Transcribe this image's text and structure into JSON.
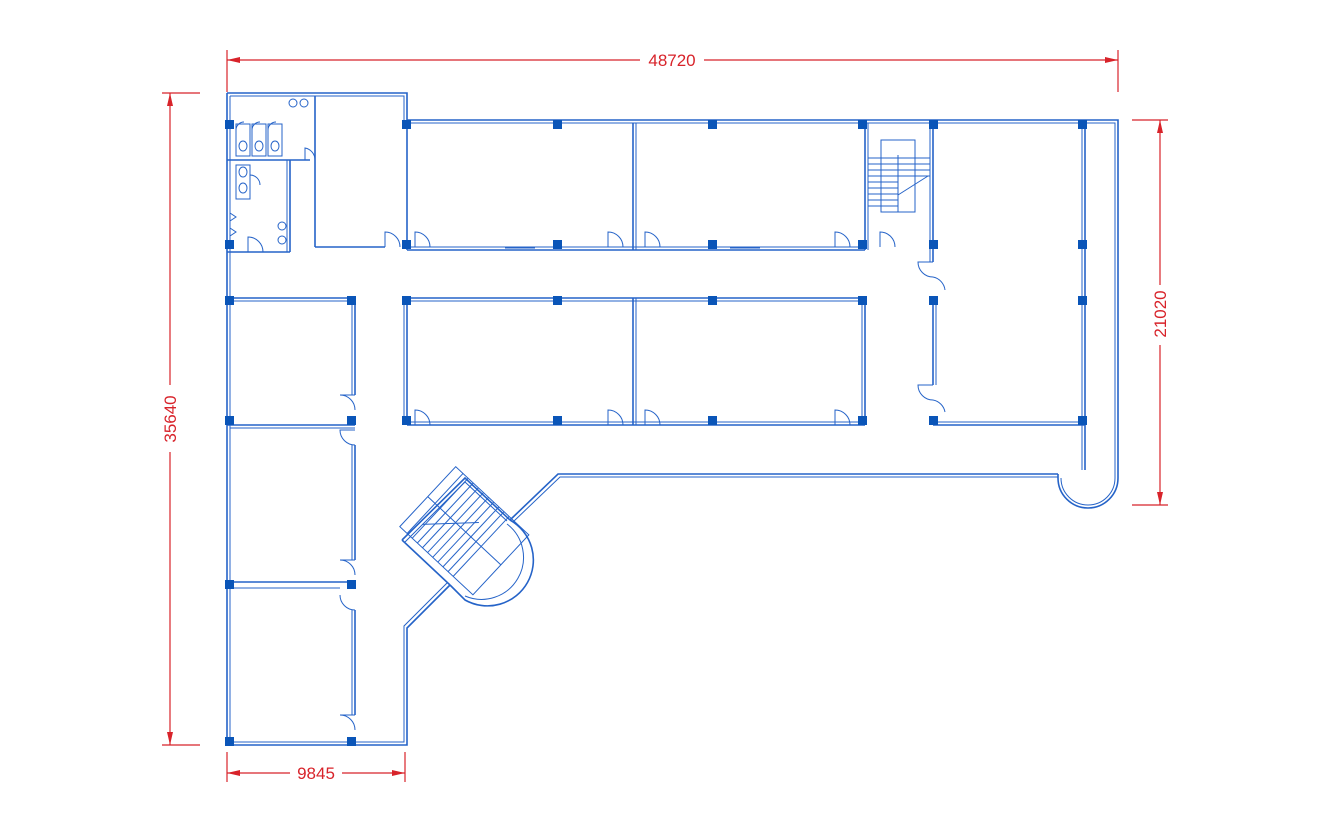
{
  "dimensions": {
    "overall_width": "48720",
    "overall_height": "35640",
    "east_wing_height": "21020",
    "west_wing_width": "9845"
  },
  "colors": {
    "walls": "#2563c8",
    "columns": "#0a55b8",
    "dimension_lines": "#d8232a",
    "background": "#ffffff"
  }
}
